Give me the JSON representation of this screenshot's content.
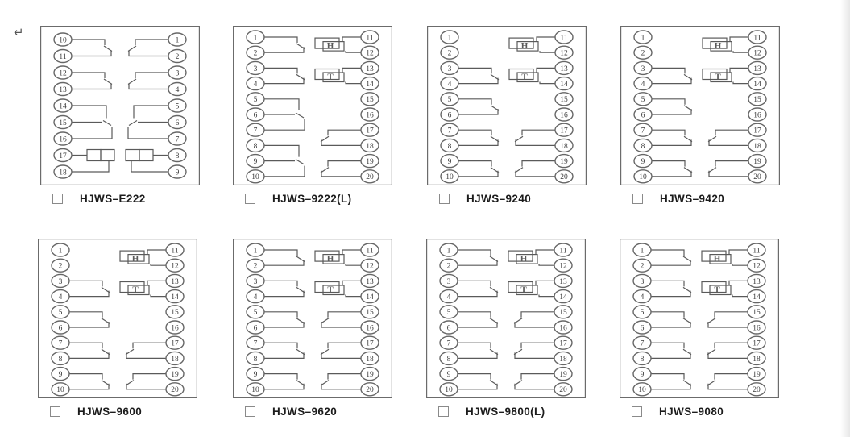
{
  "page": {
    "return_mark": "↵"
  },
  "colors": {
    "line": "#5a5a5a",
    "circle": "#666666",
    "number_text": "#3a3a3a",
    "label_text": "#1c1c1c",
    "checkbox_border": "#8a8a8a",
    "edge_strip": "#e7e7e7",
    "background": "#ffffff"
  },
  "panels": [
    {
      "id": "e222",
      "label": "HJWS–E222",
      "left_terminals": [
        "10",
        "11",
        "12",
        "13",
        "14",
        "15",
        "16",
        "17",
        "18"
      ],
      "right_terminals": [
        "1",
        "2",
        "3",
        "4",
        "5",
        "6",
        "7",
        "8",
        "9"
      ],
      "left_elements": [
        {
          "type": "contact",
          "rows": [
            0,
            1
          ]
        },
        {
          "type": "contact",
          "rows": [
            2,
            3
          ]
        },
        {
          "type": "changeover",
          "rows": [
            4,
            5,
            6
          ]
        },
        {
          "type": "coil_box",
          "rows": [
            7,
            8
          ]
        }
      ],
      "right_elements": [
        {
          "type": "contact",
          "rows": [
            0,
            1
          ]
        },
        {
          "type": "contact",
          "rows": [
            2,
            3
          ]
        },
        {
          "type": "changeover",
          "rows": [
            4,
            5,
            6
          ]
        },
        {
          "type": "coil_box",
          "rows": [
            7,
            8
          ]
        }
      ]
    },
    {
      "id": "9222l",
      "label": "HJWS–9222(L)",
      "left_terminals": [
        "1",
        "2",
        "3",
        "4",
        "5",
        "6",
        "7",
        "8",
        "9",
        "10"
      ],
      "right_terminals": [
        "11",
        "12",
        "13",
        "14",
        "15",
        "16",
        "17",
        "18",
        "19",
        "20"
      ],
      "left_elements": [
        {
          "type": "contact",
          "rows": [
            0,
            1
          ]
        },
        {
          "type": "contact",
          "rows": [
            2,
            3
          ]
        },
        {
          "type": "changeover",
          "rows": [
            4,
            5,
            6
          ]
        },
        {
          "type": "changeover",
          "rows": [
            7,
            8,
            9
          ]
        }
      ],
      "right_elements": [
        {
          "type": "coil",
          "rows": [
            0,
            1
          ],
          "letter": "H"
        },
        {
          "type": "coil",
          "rows": [
            2,
            3
          ],
          "letter": "T"
        },
        {
          "type": "contact",
          "rows": [
            6,
            7
          ]
        },
        {
          "type": "contact",
          "rows": [
            8,
            9
          ]
        }
      ]
    },
    {
      "id": "9240",
      "label": "HJWS–9240",
      "left_terminals": [
        "1",
        "2",
        "3",
        "4",
        "5",
        "6",
        "7",
        "8",
        "9",
        "10"
      ],
      "right_terminals": [
        "11",
        "12",
        "13",
        "14",
        "15",
        "16",
        "17",
        "18",
        "19",
        "20"
      ],
      "left_elements": [
        {
          "type": "contact",
          "rows": [
            2,
            3
          ]
        },
        {
          "type": "contact",
          "rows": [
            4,
            5
          ]
        },
        {
          "type": "contact",
          "rows": [
            6,
            7
          ]
        },
        {
          "type": "contact",
          "rows": [
            8,
            9
          ]
        }
      ],
      "right_elements": [
        {
          "type": "coil",
          "rows": [
            0,
            1
          ],
          "letter": "H"
        },
        {
          "type": "coil",
          "rows": [
            2,
            3
          ],
          "letter": "T"
        },
        {
          "type": "contact",
          "rows": [
            6,
            7
          ]
        },
        {
          "type": "contact",
          "rows": [
            8,
            9
          ]
        }
      ]
    },
    {
      "id": "9420",
      "label": "HJWS–9420",
      "left_terminals": [
        "1",
        "2",
        "3",
        "4",
        "5",
        "6",
        "7",
        "8",
        "9",
        "10"
      ],
      "right_terminals": [
        "11",
        "12",
        "13",
        "14",
        "15",
        "16",
        "17",
        "18",
        "19",
        "20"
      ],
      "left_elements": [
        {
          "type": "contact",
          "rows": [
            2,
            3
          ]
        },
        {
          "type": "contact",
          "rows": [
            4,
            5
          ]
        },
        {
          "type": "contact",
          "rows": [
            6,
            7
          ]
        },
        {
          "type": "contact",
          "rows": [
            8,
            9
          ]
        }
      ],
      "right_elements": [
        {
          "type": "coil",
          "rows": [
            0,
            1
          ],
          "letter": "H"
        },
        {
          "type": "coil",
          "rows": [
            2,
            3
          ],
          "letter": "T"
        },
        {
          "type": "contact",
          "rows": [
            6,
            7
          ]
        },
        {
          "type": "contact",
          "rows": [
            8,
            9
          ]
        }
      ]
    },
    {
      "id": "9600",
      "label": "HJWS–9600",
      "left_terminals": [
        "1",
        "2",
        "3",
        "4",
        "5",
        "6",
        "7",
        "8",
        "9",
        "10"
      ],
      "right_terminals": [
        "11",
        "12",
        "13",
        "14",
        "15",
        "16",
        "17",
        "18",
        "19",
        "20"
      ],
      "left_elements": [
        {
          "type": "contact",
          "rows": [
            2,
            3
          ]
        },
        {
          "type": "contact",
          "rows": [
            4,
            5
          ]
        },
        {
          "type": "contact",
          "rows": [
            6,
            7
          ]
        },
        {
          "type": "contact",
          "rows": [
            8,
            9
          ]
        }
      ],
      "right_elements": [
        {
          "type": "coil",
          "rows": [
            0,
            1
          ],
          "letter": "H"
        },
        {
          "type": "coil",
          "rows": [
            2,
            3
          ],
          "letter": "T"
        },
        {
          "type": "contact",
          "rows": [
            6,
            7
          ]
        },
        {
          "type": "contact",
          "rows": [
            8,
            9
          ]
        }
      ]
    },
    {
      "id": "9620",
      "label": "HJWS–9620",
      "left_terminals": [
        "1",
        "2",
        "3",
        "4",
        "5",
        "6",
        "7",
        "8",
        "9",
        "10"
      ],
      "right_terminals": [
        "11",
        "12",
        "13",
        "14",
        "15",
        "16",
        "17",
        "18",
        "19",
        "20"
      ],
      "left_elements": [
        {
          "type": "contact",
          "rows": [
            0,
            1
          ]
        },
        {
          "type": "contact",
          "rows": [
            2,
            3
          ]
        },
        {
          "type": "contact",
          "rows": [
            4,
            5
          ]
        },
        {
          "type": "contact",
          "rows": [
            6,
            7
          ]
        },
        {
          "type": "contact",
          "rows": [
            8,
            9
          ]
        }
      ],
      "right_elements": [
        {
          "type": "coil",
          "rows": [
            0,
            1
          ],
          "letter": "H"
        },
        {
          "type": "coil",
          "rows": [
            2,
            3
          ],
          "letter": "T"
        },
        {
          "type": "contact",
          "rows": [
            4,
            5
          ]
        },
        {
          "type": "contact",
          "rows": [
            6,
            7
          ]
        },
        {
          "type": "contact",
          "rows": [
            8,
            9
          ]
        }
      ]
    },
    {
      "id": "9800l",
      "label": "HJWS–9800(L)",
      "left_terminals": [
        "1",
        "2",
        "3",
        "4",
        "5",
        "6",
        "7",
        "8",
        "9",
        "10"
      ],
      "right_terminals": [
        "11",
        "12",
        "13",
        "14",
        "15",
        "16",
        "17",
        "18",
        "19",
        "20"
      ],
      "left_elements": [
        {
          "type": "contact",
          "rows": [
            0,
            1
          ]
        },
        {
          "type": "contact",
          "rows": [
            2,
            3
          ]
        },
        {
          "type": "contact",
          "rows": [
            4,
            5
          ]
        },
        {
          "type": "contact",
          "rows": [
            6,
            7
          ]
        },
        {
          "type": "contact",
          "rows": [
            8,
            9
          ]
        }
      ],
      "right_elements": [
        {
          "type": "coil",
          "rows": [
            0,
            1
          ],
          "letter": "H"
        },
        {
          "type": "coil",
          "rows": [
            2,
            3
          ],
          "letter": "T"
        },
        {
          "type": "contact",
          "rows": [
            4,
            5
          ]
        },
        {
          "type": "contact",
          "rows": [
            6,
            7
          ]
        },
        {
          "type": "contact",
          "rows": [
            8,
            9
          ]
        }
      ]
    },
    {
      "id": "9080",
      "label": "HJWS–9080",
      "left_terminals": [
        "1",
        "2",
        "3",
        "4",
        "5",
        "6",
        "7",
        "8",
        "9",
        "10"
      ],
      "right_terminals": [
        "11",
        "12",
        "13",
        "14",
        "15",
        "16",
        "17",
        "18",
        "19",
        "20"
      ],
      "left_elements": [
        {
          "type": "contact",
          "rows": [
            0,
            1
          ]
        },
        {
          "type": "contact",
          "rows": [
            2,
            3
          ]
        },
        {
          "type": "contact",
          "rows": [
            4,
            5
          ]
        },
        {
          "type": "contact",
          "rows": [
            6,
            7
          ]
        },
        {
          "type": "contact",
          "rows": [
            8,
            9
          ]
        }
      ],
      "right_elements": [
        {
          "type": "coil",
          "rows": [
            0,
            1
          ],
          "letter": "H"
        },
        {
          "type": "coil",
          "rows": [
            2,
            3
          ],
          "letter": "T"
        },
        {
          "type": "contact",
          "rows": [
            4,
            5
          ]
        },
        {
          "type": "contact",
          "rows": [
            6,
            7
          ]
        },
        {
          "type": "contact",
          "rows": [
            8,
            9
          ]
        }
      ]
    }
  ]
}
